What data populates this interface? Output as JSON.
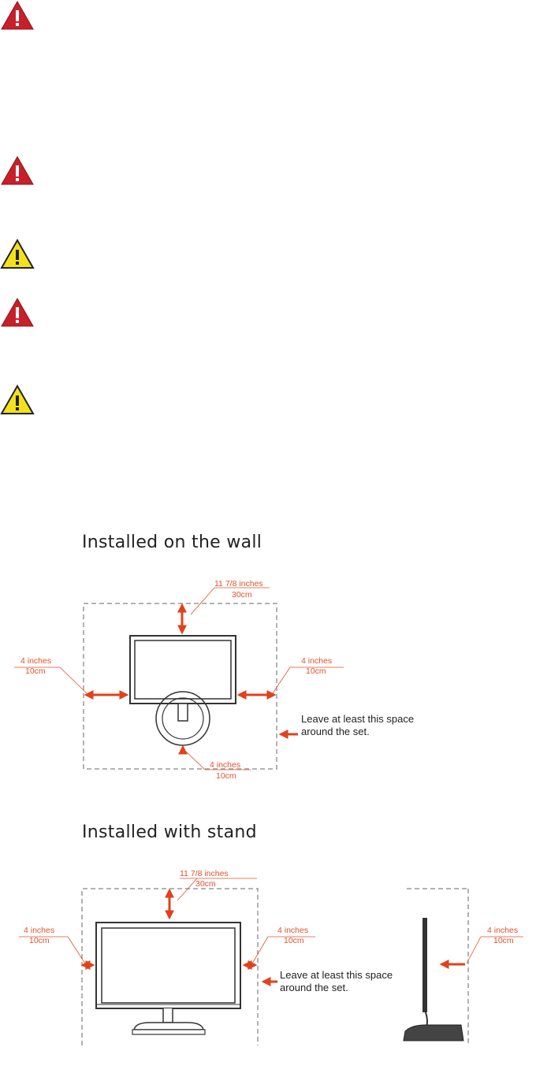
{
  "warnings": [
    {
      "type": "danger",
      "icon": "red-warning-triangle-icon"
    },
    {
      "type": "danger",
      "icon": "red-warning-triangle-icon"
    },
    {
      "type": "caution",
      "icon": "yellow-warning-triangle-icon"
    },
    {
      "type": "danger",
      "icon": "red-warning-triangle-icon"
    },
    {
      "type": "caution",
      "icon": "yellow-warning-triangle-icon"
    }
  ],
  "colors": {
    "danger": "#c8202a",
    "caution": "#f3e21b",
    "dimension": "#e0522b",
    "arrow": "#e0421b"
  },
  "wall": {
    "title": "Installed on the wall",
    "top_in": "11 7/8 inches",
    "top_cm": "30cm",
    "left_in": "4 inches",
    "left_cm": "10cm",
    "right_in": "4 inches",
    "right_cm": "10cm",
    "bottom_in": "4 inches",
    "bottom_cm": "10cm",
    "note_line1": "Leave at least this space",
    "note_line2": "around the set."
  },
  "stand": {
    "title": "Installed with stand",
    "top_in": "11 7/8 inches",
    "top_cm": "30cm",
    "left_in": "4 inches",
    "left_cm": "10cm",
    "right_in": "4 inches",
    "right_cm": "10cm",
    "side_in": "4 inches",
    "side_cm": "10cm",
    "note_line1": "Leave at least this space",
    "note_line2": "around the set."
  }
}
